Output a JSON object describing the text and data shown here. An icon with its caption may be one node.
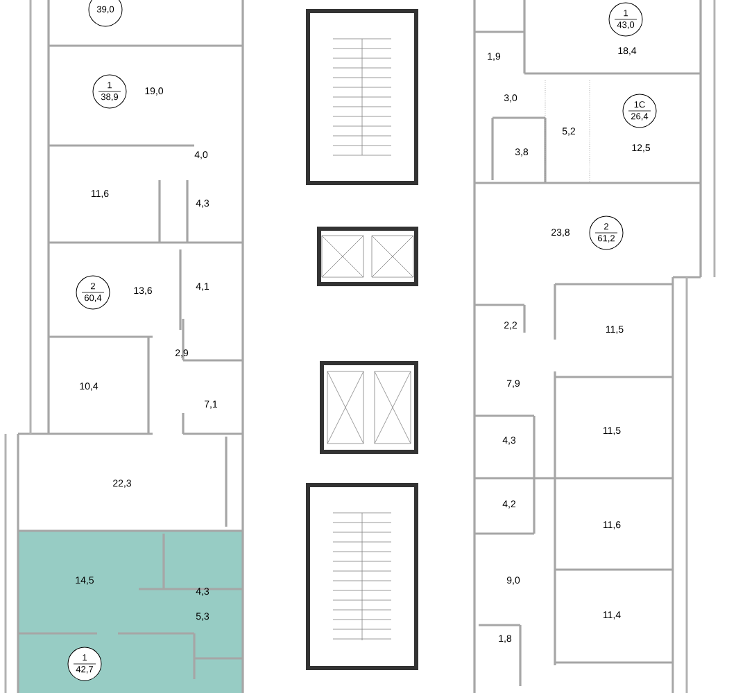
{
  "diagram": {
    "nodes": [
      {
        "text": [
          "39,0"
        ]
      },
      {
        "text": [
          "1",
          "38,9"
        ]
      },
      {
        "text": [
          "2",
          "60,4"
        ]
      },
      {
        "text": [
          "1",
          "42,7"
        ]
      },
      {
        "text": [
          "1",
          "43,0"
        ]
      },
      {
        "text": [
          "1C",
          "26,4"
        ]
      },
      {
        "text": [
          "2",
          "61,2"
        ]
      }
    ],
    "labels": [
      "19,0",
      "4,0",
      "11,6",
      "4,3",
      "13,6",
      "4,1",
      "2,9",
      "10,4",
      "7,1",
      "22,3",
      "14,5",
      "4,3",
      "5,3",
      "18,4",
      "1,9",
      "3,0",
      "5,2",
      "12,5",
      "3,8",
      "23,8",
      "2,2",
      "11,5",
      "7,9",
      "11,5",
      "4,3",
      "4,2",
      "11,6",
      "9,0",
      "11,4",
      "1,8"
    ]
  }
}
